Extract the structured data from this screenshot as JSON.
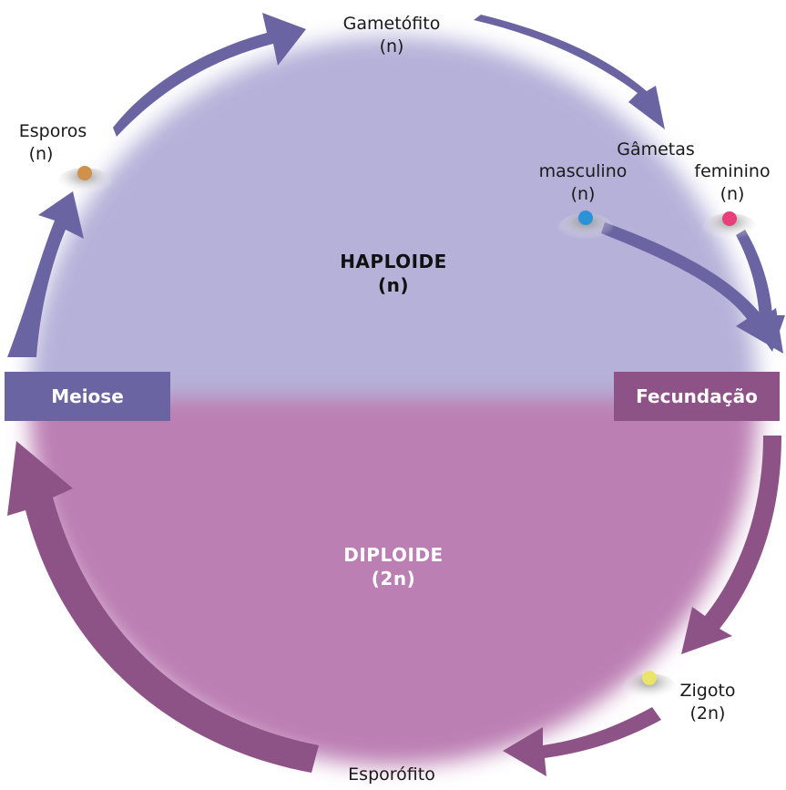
{
  "colors": {
    "haploid_fill": "#b5b1d9",
    "diploid_fill": "#bc7fb3",
    "haploid_arrow": "#6a64a2",
    "diploid_arrow": "#8e5386",
    "meiose_box": "#6a64a2",
    "fecundacao_box": "#8e5386",
    "spore_dot": "#d0914a",
    "male_dot": "#2a93d8",
    "female_dot": "#e83e7a",
    "zygote_dot": "#ebe46a"
  },
  "haploid": {
    "title": "HAPLOIDE",
    "ploidy": "(n)"
  },
  "diploid": {
    "title": "DIPLOIDE",
    "ploidy": "(2n)"
  },
  "meiose": {
    "label": "Meiose"
  },
  "fecundacao": {
    "label": "Fecundação"
  },
  "gametofito": {
    "name": "Gametófito",
    "ploidy": "(n)"
  },
  "esporos": {
    "name": "Esporos",
    "ploidy": "(n)"
  },
  "gametas": {
    "title": "Gâmetas",
    "male": {
      "name": "masculino",
      "ploidy": "(n)"
    },
    "female": {
      "name": "feminino",
      "ploidy": "(n)"
    }
  },
  "zigoto": {
    "name": "Zigoto",
    "ploidy": "(2n)"
  },
  "esporofito": {
    "name": "Esporófito"
  }
}
